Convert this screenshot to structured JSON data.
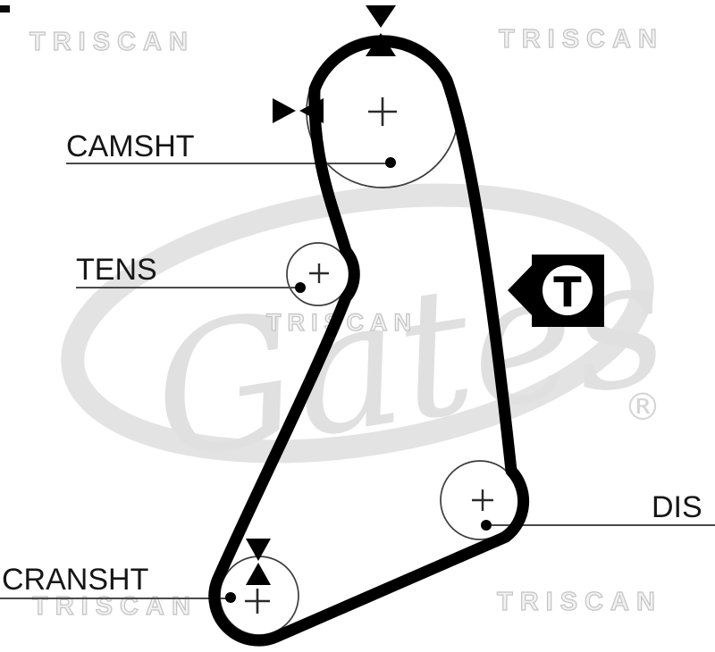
{
  "diagram_title": "timing-belt-routing-diagram",
  "labels": {
    "camshaft": "CAMSHT",
    "tensioner": "TENS",
    "crankshaft": "CRANSHT",
    "distributor": "DIS"
  },
  "timing_marker": {
    "symbol": "T"
  },
  "watermarks": {
    "brand": "TRISCAN",
    "logo_script": "Gates",
    "registered_symbol": "®"
  },
  "pulleys": [
    {
      "name": "camshaft-pulley",
      "label": "CAMSHT"
    },
    {
      "name": "tensioner-pulley",
      "label": "TENS"
    },
    {
      "name": "crankshaft-pulley",
      "label": "CRANSHT"
    },
    {
      "name": "distributor-pulley",
      "label": "DIS"
    }
  ],
  "colors": {
    "background": "#ffffff",
    "belt": "#000000",
    "label_text": "#161616",
    "leader_line": "#4a4a4a",
    "pulley_outline": "#3d3d3d",
    "watermark_fill": "#e2e2e2",
    "watermark_outline": "#c3c3c3",
    "marker_background": "#000000",
    "marker_circle": "#ffffff"
  }
}
